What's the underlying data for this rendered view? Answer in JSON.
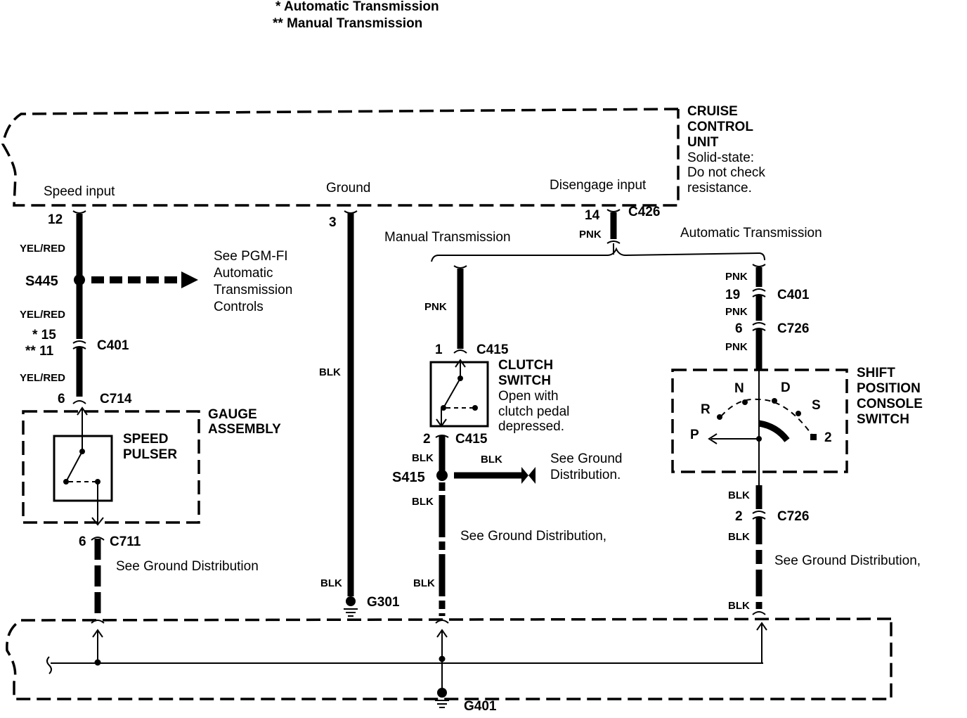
{
  "legend": {
    "auto": "*  Automatic Transmission",
    "manual": "** Manual Transmission"
  },
  "cruise_unit": {
    "line1": "CRUISE",
    "line2": "CONTROL",
    "line3": "UNIT",
    "note1": "Solid-state:",
    "note2": "Do not check",
    "note3": "resistance."
  },
  "unit_terminals": {
    "speed_input": "Speed input",
    "ground": "Ground",
    "disengage_input": "Disengage input"
  },
  "speed_circuit": {
    "pin12": "12",
    "wire1": "YEL/RED",
    "splice": "S445",
    "see_pgm_1": "See PGM-FI",
    "see_pgm_2": "Automatic",
    "see_pgm_3": "Transmission",
    "see_pgm_4": "Controls",
    "wire2": "YEL/RED",
    "pin15": "* 15",
    "pin11": "** 11",
    "c401": "C401",
    "wire3": "YEL/RED",
    "pin6": "6",
    "c714": "C714",
    "gauge_1": "GAUGE",
    "gauge_2": "ASSEMBLY",
    "pulser_1": "SPEED",
    "pulser_2": "PULSER",
    "pin6b": "6",
    "c711": "C711",
    "see_ground": "See Ground Distribution"
  },
  "ground_circuit": {
    "pin3": "3",
    "wire": "BLK",
    "wire_bottom": "BLK",
    "g301": "G301"
  },
  "disengage": {
    "pin14": "14",
    "c426": "C426",
    "wire": "PNK",
    "manual_label": "Manual Transmission",
    "auto_label": "Automatic Transmission"
  },
  "clutch_circuit": {
    "wire_pnk": "PNK",
    "pin1": "1",
    "c415_top": "C415",
    "clutch_1": "CLUTCH",
    "clutch_2": "SWITCH",
    "clutch_3": "Open with",
    "clutch_4": "clutch pedal",
    "clutch_5": "depressed.",
    "pin2": "2",
    "c415_bot": "C415",
    "wire_blk1": "BLK",
    "splice": "S415",
    "wire_blk2": "BLK",
    "see_ground_1": "See Ground",
    "see_ground_2": "Distribution.",
    "wire_blk3": "BLK",
    "see_ground_3": "See Ground Distribution,",
    "wire_blk4": "BLK"
  },
  "shift_circuit": {
    "wire_pnk1": "PNK",
    "pin19": "19",
    "c401": "C401",
    "wire_pnk2": "PNK",
    "pin6": "6",
    "c726": "C726",
    "wire_pnk3": "PNK",
    "shift_1": "SHIFT",
    "shift_2": "POSITION",
    "shift_3": "CONSOLE",
    "shift_4": "SWITCH",
    "pos_p": "P",
    "pos_r": "R",
    "pos_n": "N",
    "pos_d": "D",
    "pos_s": "S",
    "pos_2": "2",
    "wire_blk1": "BLK",
    "pin2": "2",
    "c726b": "C726",
    "wire_blk2": "BLK",
    "see_ground": "See Ground Distribution,",
    "wire_blk3": "BLK"
  },
  "bottom": {
    "g401": "G401"
  }
}
